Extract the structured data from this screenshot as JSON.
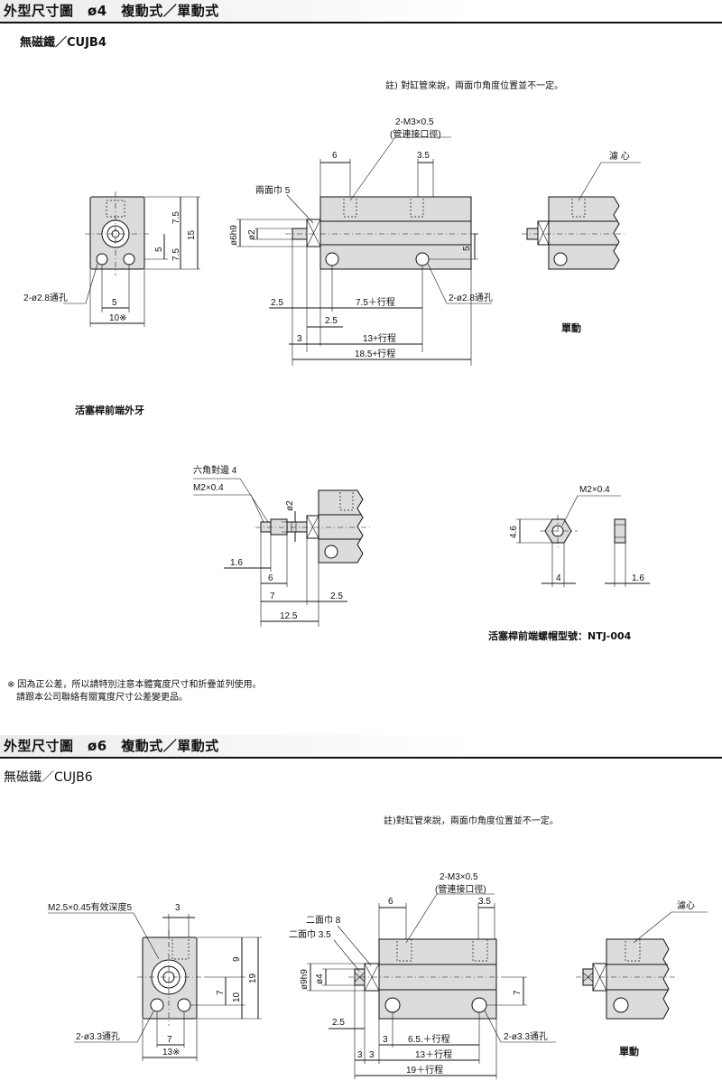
{
  "section1": {
    "header": "外型尺寸圖　ø4　複動式／單動式",
    "subtitle": "無磁鐵／CUJB4",
    "note": "註) 對缸管來說，兩面巾角度位置並不一定。",
    "labels": {
      "port": "2-M3×0.5",
      "port_sub": "(管連接口徑)",
      "dim_6": "6",
      "dim_3_5": "3.5",
      "breather": "濾 心",
      "flats": "兩面巾 5",
      "rod_dia": "ø6h9",
      "rod_small": "ø2",
      "dim_5_side": "5",
      "dim_7_5a": "7.5",
      "dim_7_5b": "7.5",
      "dim_15": "15",
      "dim_5_front": "5",
      "hole_label": "2-ø2.8通孔",
      "hole_label_right": "2-ø2.8通孔",
      "dim_5_bottom": "5",
      "dim_10": "10※",
      "dim_2_5a": "2.5",
      "dim_7_5_stroke": "7.5＋行程",
      "dim_2_5b": "2.5",
      "dim_3": "3",
      "dim_13_stroke": "13+行程",
      "dim_18_5_stroke": "18.5+行程",
      "single": "單動"
    },
    "rod_end": {
      "title": "活塞桿前端外牙",
      "hex": "六角對邊 4",
      "thread": "M2×0.4",
      "rod": "ø2",
      "d1_6": "1.6",
      "d6": "6",
      "d7": "7",
      "d2_5": "2.5",
      "d12_5": "12.5"
    },
    "nut": {
      "thread": "M2×0.4",
      "h": "4.6",
      "w": "4",
      "t": "1.6",
      "caption": "活塞桿前端螺帽型號：NTJ-004"
    },
    "footnote": [
      "※ 因為正公差，所以請特別注意本體寬度尺寸和折疊並列使用。",
      "　請跟本公司聯絡有關寬度尺寸公差變更品。"
    ]
  },
  "section2": {
    "header": "外型尺寸圖　ø6　複動式／單動式",
    "subtitle": "無磁鐵／CUJB6",
    "note": "註)對缸管來說，兩面巾角度位置並不一定。",
    "labels": {
      "tap": "M2.5×0.45有效深度5",
      "dim_3": "3",
      "port": "2-M3×0.5",
      "port_sub": "(管連接口徑)",
      "dim_6": "6",
      "dim_3_5": "3.5",
      "breather": "濾心",
      "flats8": "二面巾 8",
      "flats3_5": "二面巾 3.5",
      "rod_dia": "ø9h9",
      "rod_small": "ø4",
      "dim_9": "9",
      "dim_7a": "7",
      "dim_10": "10",
      "dim_19": "19",
      "dim_7_front": "7",
      "dim_2_5": "2.5",
      "hole_label": "2-ø3.3通孔",
      "hole_label_right": "2-ø3.3通孔",
      "dim_7_bottom": "7",
      "dim_13": "13※",
      "dim_3a": "3",
      "dim_3b": "3",
      "dim_6_5_stroke": "6.5.＋行程",
      "dim_13_stroke": "13＋行程",
      "dim_19_stroke": "19＋行程",
      "single": "單動"
    }
  }
}
